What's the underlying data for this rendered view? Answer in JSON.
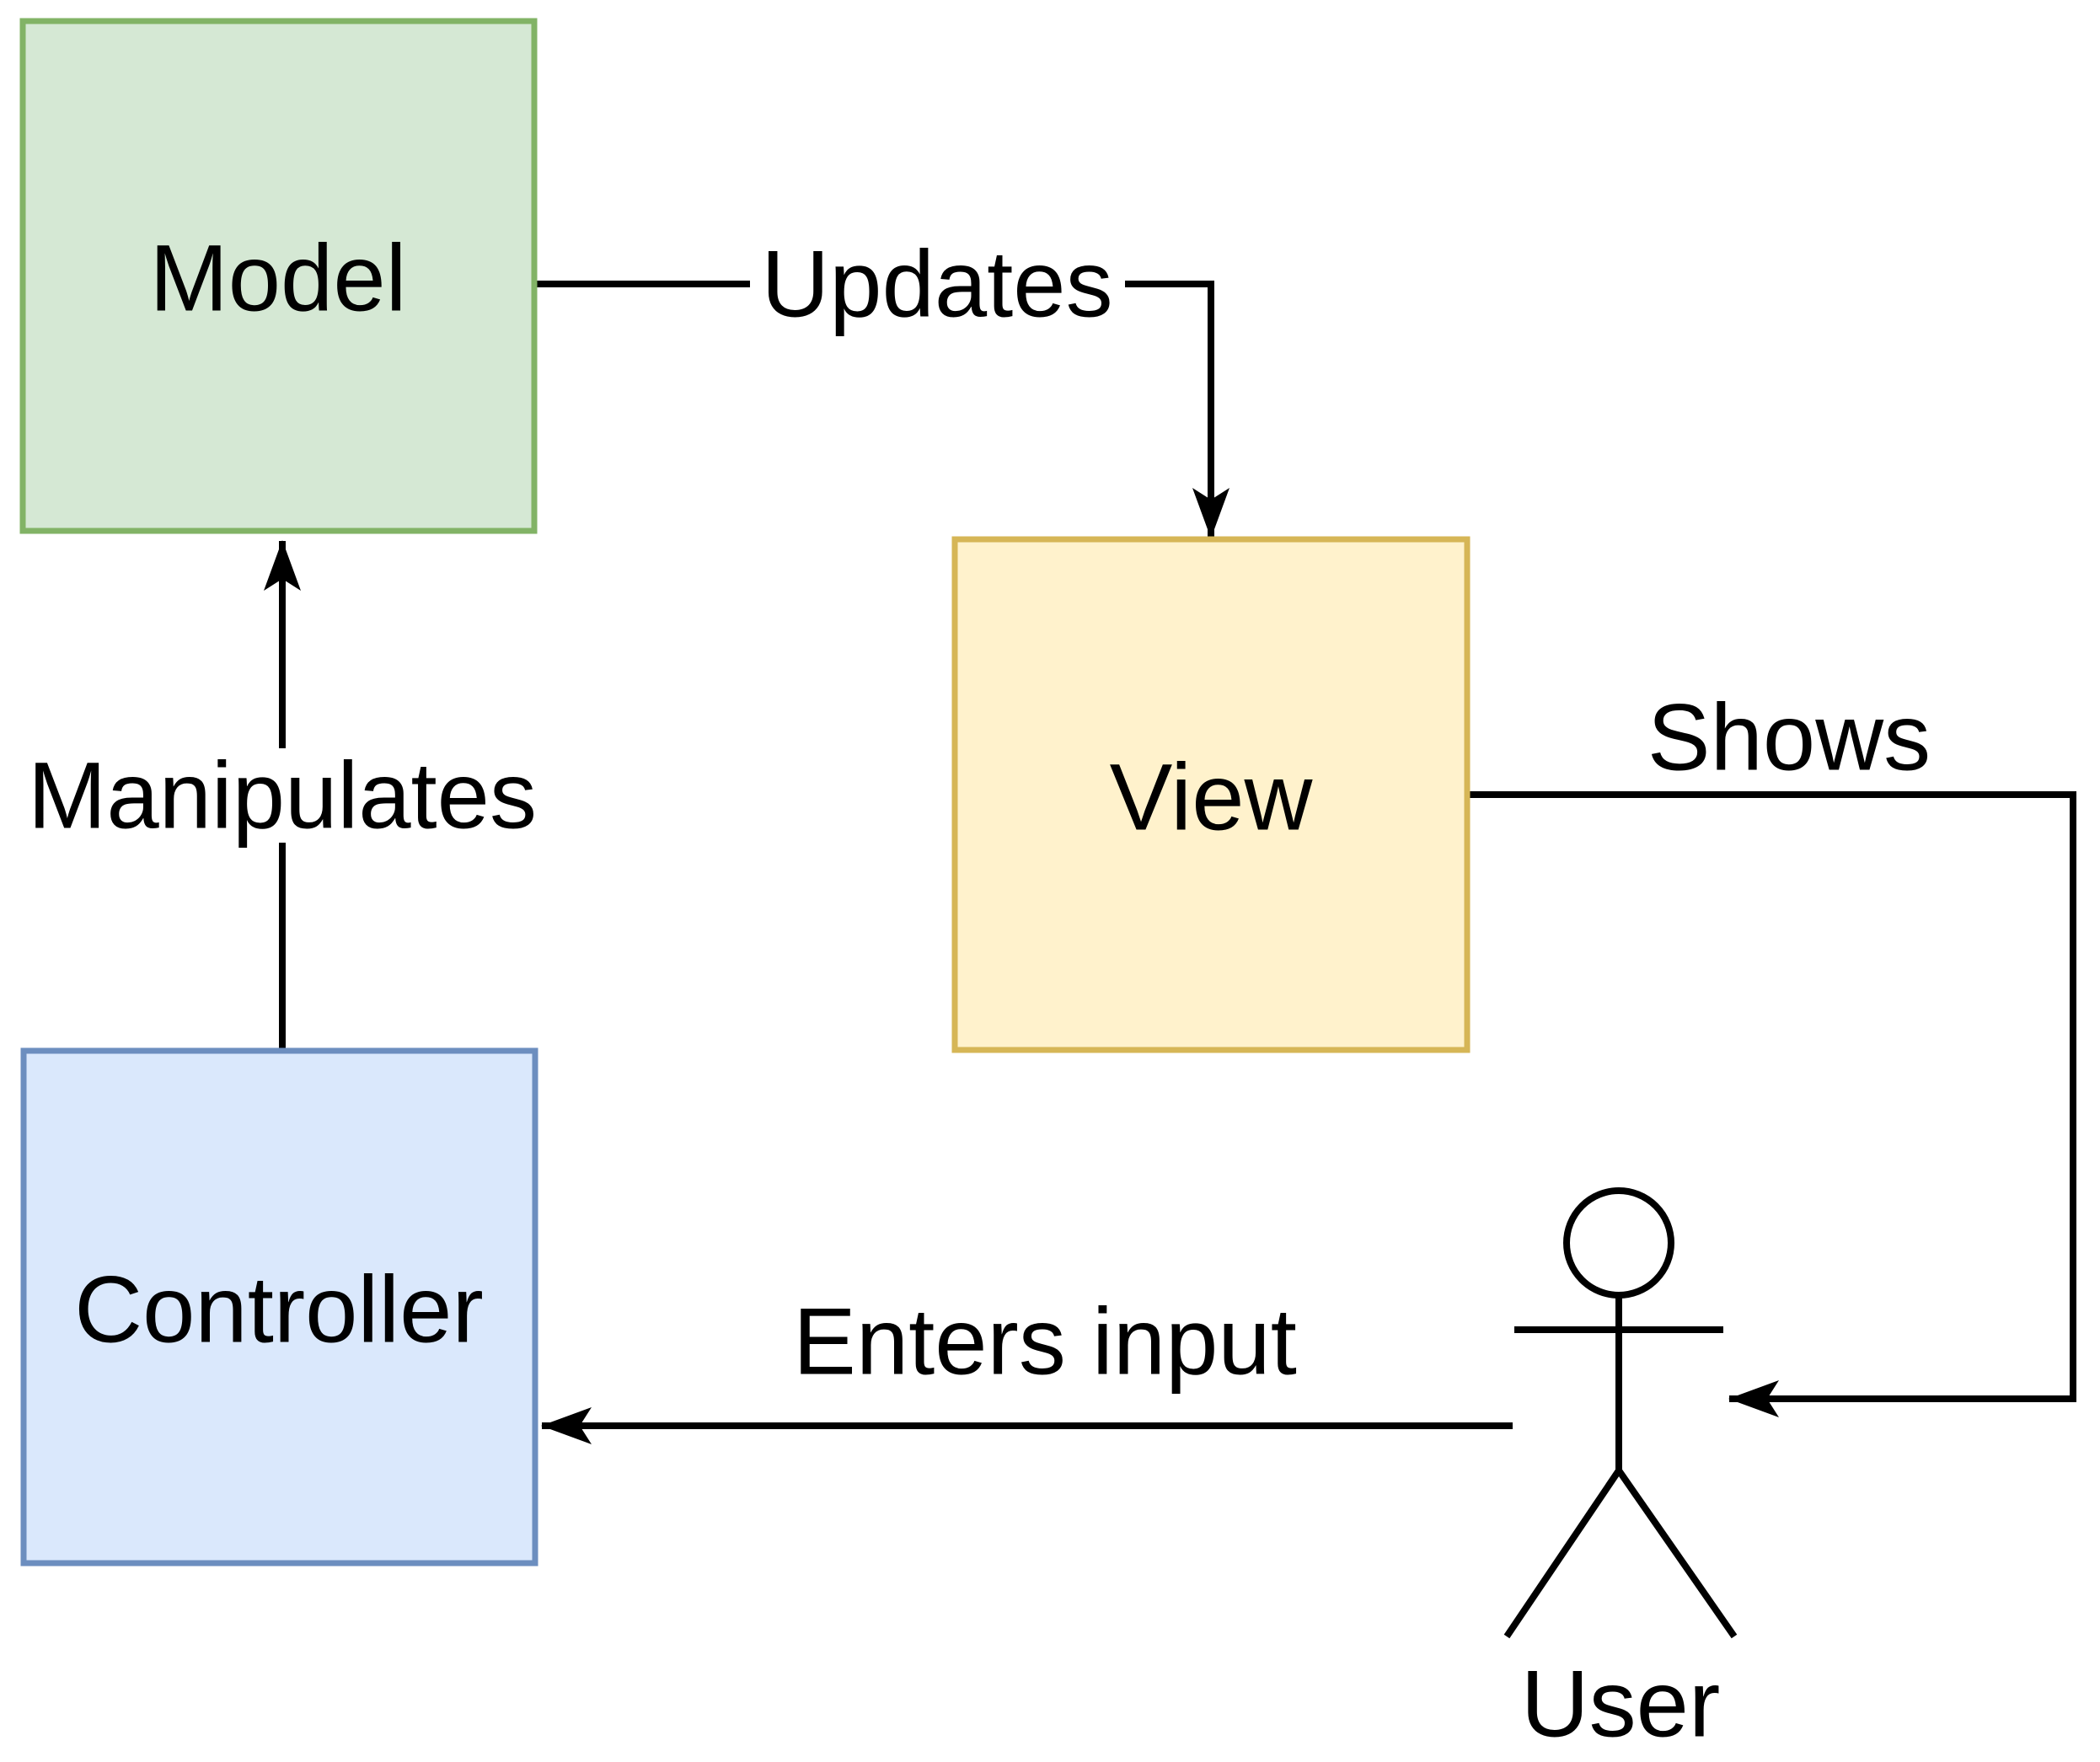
{
  "diagram": {
    "background": "#ffffff",
    "line_color": "#000000",
    "nodes": {
      "model": {
        "label": "Model",
        "fill": "#d5e8d4",
        "stroke": "#82b366"
      },
      "view": {
        "label": "View",
        "fill": "#fff2cc",
        "stroke": "#d6b656"
      },
      "controller": {
        "label": "Controller",
        "fill": "#dae8fc",
        "stroke": "#6c8ebf"
      }
    },
    "actor": {
      "label": "User",
      "color": "#000000"
    },
    "edges": {
      "updates": {
        "label": "Updates"
      },
      "manipulates": {
        "label": "Manipulates"
      },
      "shows": {
        "label": "Shows"
      },
      "enters_input": {
        "label": "Enters input"
      }
    }
  }
}
